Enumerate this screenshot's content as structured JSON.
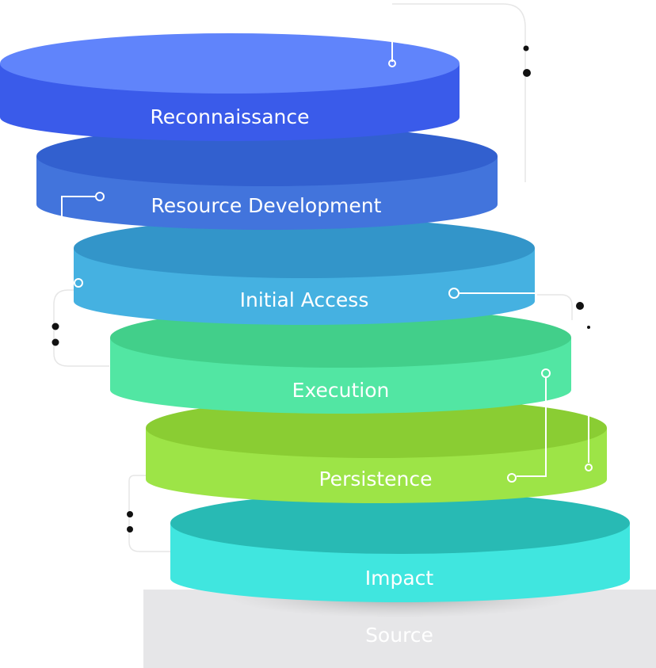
{
  "layers": [
    {
      "id": "reconnaissance",
      "label": "Reconnaissance",
      "side": "#3a5bea",
      "top": "#6084fb"
    },
    {
      "id": "resource-development",
      "label": "Resource Development",
      "side": "#4274dc",
      "top": "#3260cf"
    },
    {
      "id": "initial-access",
      "label": "Initial Access",
      "side": "#45b1e1",
      "top": "#3395c9"
    },
    {
      "id": "execution",
      "label": "Execution",
      "side": "#52e6a3",
      "top": "#42cf8a"
    },
    {
      "id": "persistence",
      "label": "Persistence",
      "side": "#9de447",
      "top": "#8acd33"
    },
    {
      "id": "impact",
      "label": "Impact",
      "side": "#40e6df",
      "top": "#28bab4"
    }
  ],
  "base": {
    "label": "Source",
    "color": "#e6e6e8"
  },
  "connector_color": "#e6e6e6"
}
